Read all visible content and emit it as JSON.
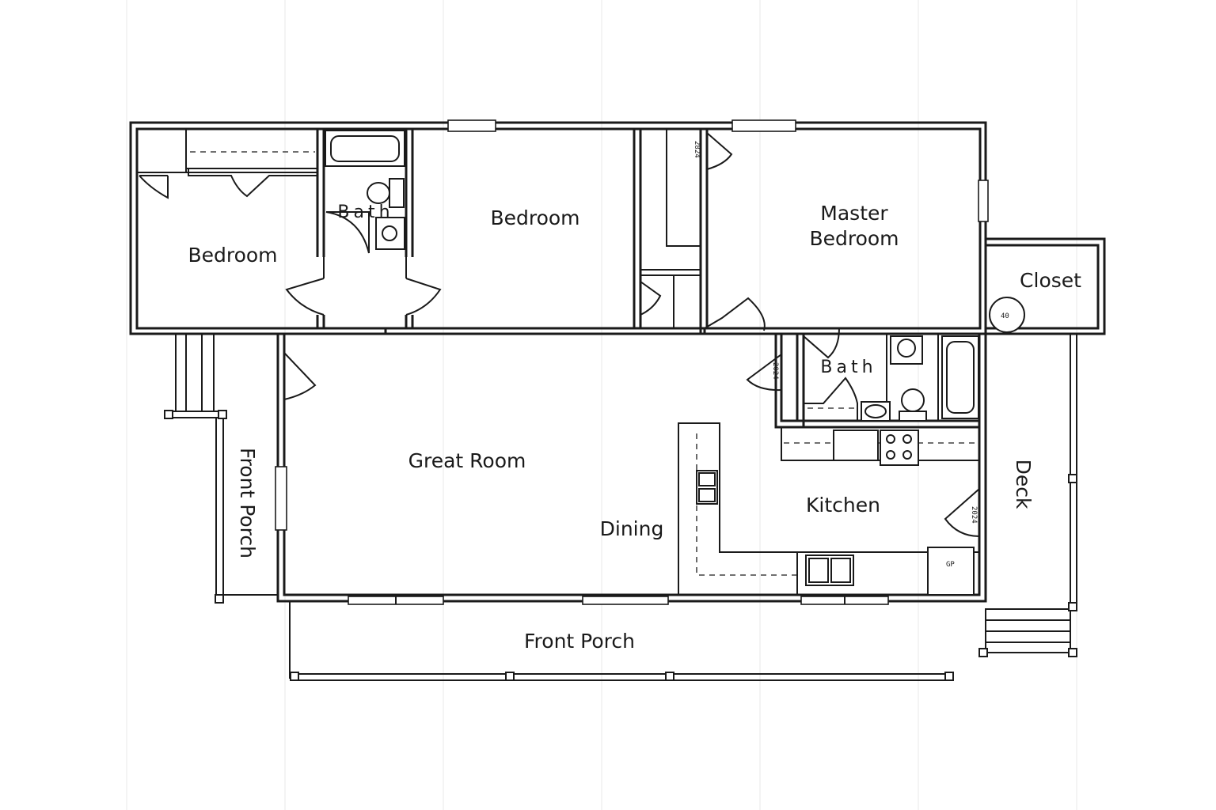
{
  "rooms": {
    "bedroom_west": "Bedroom",
    "bath_west": "Bath",
    "bedroom_middle": "Bedroom",
    "master_bedroom_line1": "Master",
    "master_bedroom_line2": "Bedroom",
    "closet": "Closet",
    "bath_master": "Bath",
    "great_room": "Great Room",
    "dining": "Dining",
    "kitchen": "Kitchen",
    "deck": "Deck",
    "front_porch_side": "Front Porch",
    "front_porch": "Front Porch"
  },
  "annotations": {
    "closet_door_west": "2024",
    "closet_door_master": "2824",
    "pantry_door": "2024",
    "water_heater": "40",
    "fridge": "GP"
  }
}
